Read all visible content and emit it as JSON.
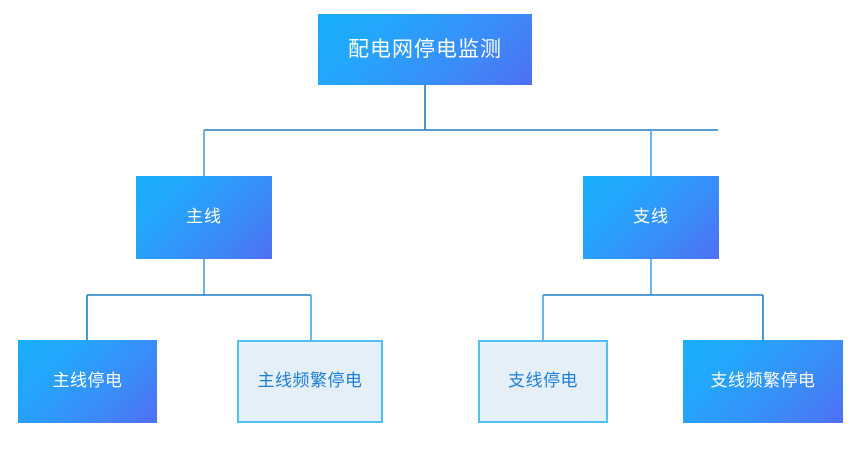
{
  "diagram": {
    "title_text": "配电网停电监测",
    "type": "hierarchy-tree",
    "colors": {
      "filled_gradient_start": "#17AFFB",
      "filled_gradient_end": "#4F6FF4",
      "filled_text": "#FFFFFF",
      "light_fill": "#E4EFF8",
      "light_border": "#4FC0F0",
      "light_text": "#1E7FD6",
      "connector_dark": "#1E7FC4",
      "connector_light": "#5AADE8",
      "background": "#FFFFFF"
    },
    "root": {
      "label": "配电网停电监测",
      "style": "filled"
    },
    "level2": [
      {
        "label": "主线",
        "style": "filled"
      },
      {
        "label": "支线",
        "style": "filled"
      }
    ],
    "level3": [
      {
        "label": "主线停电",
        "style": "filled",
        "parent": "主线"
      },
      {
        "label": "主线频繁停电",
        "style": "light",
        "parent": "主线"
      },
      {
        "label": "支线停电",
        "style": "light",
        "parent": "支线"
      },
      {
        "label": "支线频繁停电",
        "style": "filled",
        "parent": "支线"
      }
    ]
  }
}
